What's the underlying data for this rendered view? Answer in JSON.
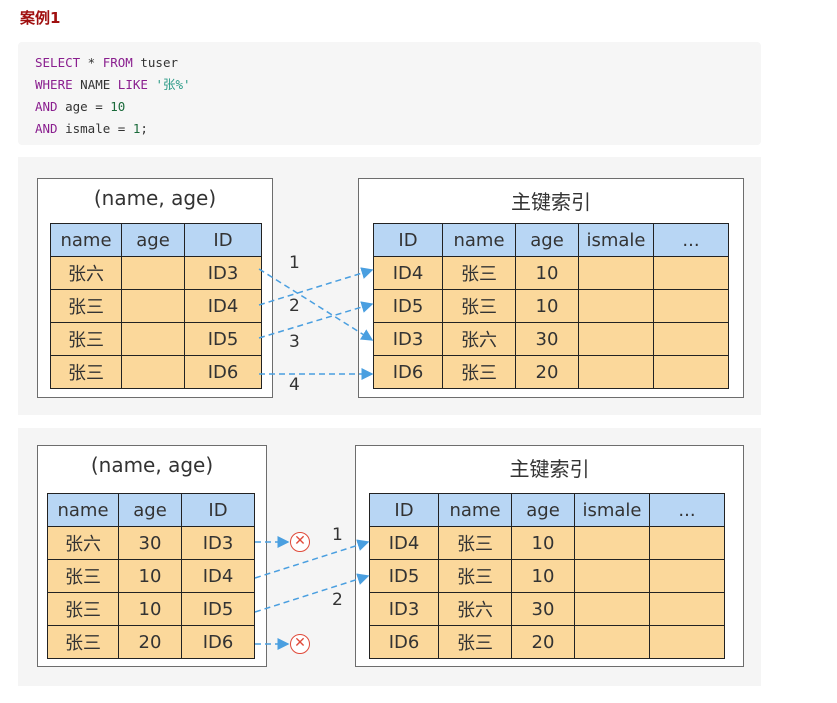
{
  "heading": "案例1",
  "code": {
    "line1": {
      "kw1": "SELECT",
      "plain1": " * ",
      "kw2": "FROM",
      "plain2": " tuser"
    },
    "line2": {
      "kw1": "WHERE",
      "plain1": " NAME ",
      "kw2": "LIKE",
      "plain2": " ",
      "str": "'张%'"
    },
    "line3": {
      "kw1": "AND",
      "plain1": " age = ",
      "num": "10"
    },
    "line4": {
      "kw1": "AND",
      "plain1": " ismale = ",
      "num": "1",
      "plain2": ";"
    }
  },
  "diagram1": {
    "index_title": "(name, age)",
    "index_headers": [
      "name",
      "age",
      "ID"
    ],
    "index_rows": [
      [
        "张六",
        "",
        "ID3"
      ],
      [
        "张三",
        "",
        "ID4"
      ],
      [
        "张三",
        "",
        "ID5"
      ],
      [
        "张三",
        "",
        "ID6"
      ]
    ],
    "pk_title": "主键索引",
    "pk_headers": [
      "ID",
      "name",
      "age",
      "ismale",
      "..."
    ],
    "pk_rows": [
      [
        "ID4",
        "张三",
        "10",
        "",
        ""
      ],
      [
        "ID5",
        "张三",
        "10",
        "",
        ""
      ],
      [
        "ID3",
        "张六",
        "30",
        "",
        ""
      ],
      [
        "ID6",
        "张三",
        "20",
        "",
        ""
      ]
    ],
    "seq_labels": [
      "1",
      "2",
      "3",
      "4"
    ]
  },
  "diagram2": {
    "index_title": "(name, age)",
    "index_headers": [
      "name",
      "age",
      "ID"
    ],
    "index_rows": [
      [
        "张六",
        "30",
        "ID3"
      ],
      [
        "张三",
        "10",
        "ID4"
      ],
      [
        "张三",
        "10",
        "ID5"
      ],
      [
        "张三",
        "20",
        "ID6"
      ]
    ],
    "pk_title": "主键索引",
    "pk_headers": [
      "ID",
      "name",
      "age",
      "ismale",
      "..."
    ],
    "pk_rows": [
      [
        "ID4",
        "张三",
        "10",
        "",
        ""
      ],
      [
        "ID5",
        "张三",
        "10",
        "",
        ""
      ],
      [
        "ID3",
        "张六",
        "30",
        "",
        ""
      ],
      [
        "ID6",
        "张三",
        "20",
        "",
        ""
      ]
    ],
    "seq_labels": [
      "1",
      "2"
    ],
    "reject_mark": "✕"
  }
}
